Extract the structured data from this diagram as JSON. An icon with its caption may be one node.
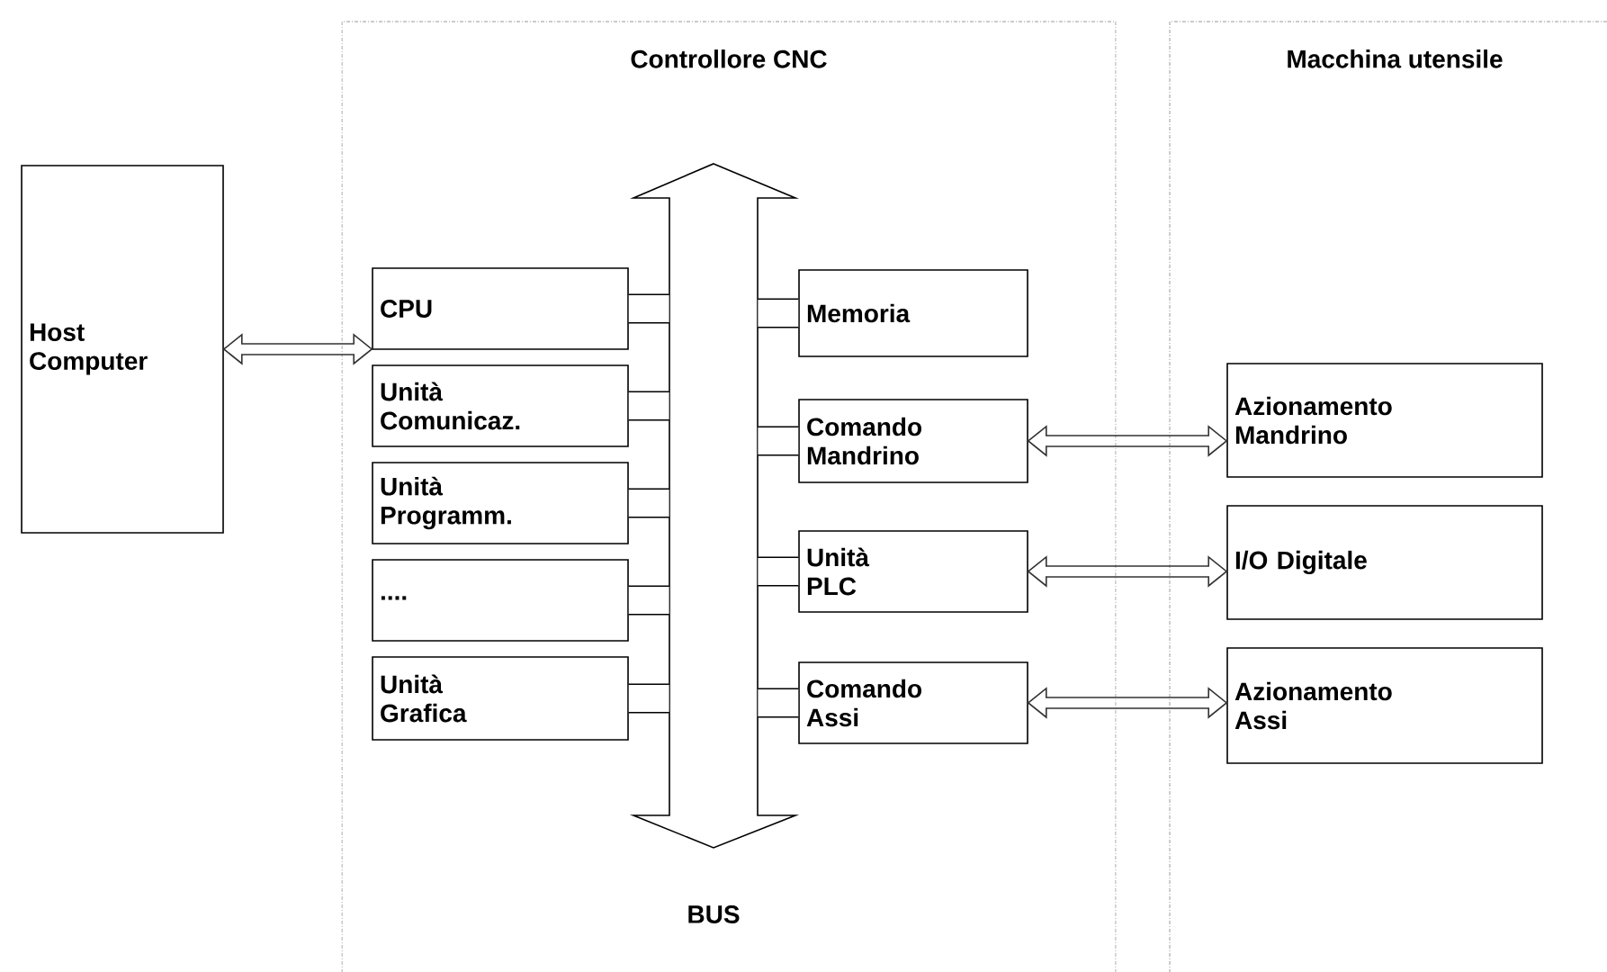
{
  "diagram": {
    "nodes": [
      {
        "text": [
          "Host Computer"
        ]
      },
      {
        "text": [
          "Controllore CNC"
        ]
      },
      {
        "text": [
          "BUS"
        ],
        "in": 1
      },
      {
        "text": [
          "CPU"
        ],
        "in": 1
      },
      {
        "text": [
          "Unità Comunicaz."
        ],
        "in": 1
      },
      {
        "text": [
          "Unità Programm."
        ],
        "in": 1
      },
      {
        "text": [
          "...."
        ],
        "in": 1
      },
      {
        "text": [
          "Unità Grafica"
        ],
        "in": 1
      },
      {
        "text": [
          "Memoria"
        ],
        "in": 1
      },
      {
        "text": [
          "Comando Mandrino"
        ],
        "in": 1
      },
      {
        "text": [
          "Unità PLC"
        ],
        "in": 1
      },
      {
        "text": [
          "Comando Assi"
        ],
        "in": 1
      },
      {
        "text": [
          "Macchina utensile"
        ]
      },
      {
        "text": [
          "Azionamento Mandrino"
        ],
        "in": 12
      },
      {
        "text": [
          "I/O Digitale"
        ],
        "in": 12
      },
      {
        "text": [
          "Azionamento Assi"
        ],
        "in": 12
      }
    ],
    "edges": [
      {
        "from": 0,
        "to": 4,
        "arrow": "both"
      },
      {
        "from": 3,
        "to": 2,
        "arrow": "none"
      },
      {
        "from": 4,
        "to": 2,
        "arrow": "none"
      },
      {
        "from": 5,
        "to": 2,
        "arrow": "none"
      },
      {
        "from": 6,
        "to": 2,
        "arrow": "none"
      },
      {
        "from": 7,
        "to": 2,
        "arrow": "none"
      },
      {
        "from": 8,
        "to": 2,
        "arrow": "none"
      },
      {
        "from": 9,
        "to": 2,
        "arrow": "none"
      },
      {
        "from": 10,
        "to": 2,
        "arrow": "none"
      },
      {
        "from": 11,
        "to": 2,
        "arrow": "none"
      },
      {
        "from": 9,
        "to": 13,
        "arrow": "both"
      },
      {
        "from": 10,
        "to": 14,
        "arrow": "both"
      },
      {
        "from": 11,
        "to": 15,
        "arrow": "both"
      }
    ]
  }
}
